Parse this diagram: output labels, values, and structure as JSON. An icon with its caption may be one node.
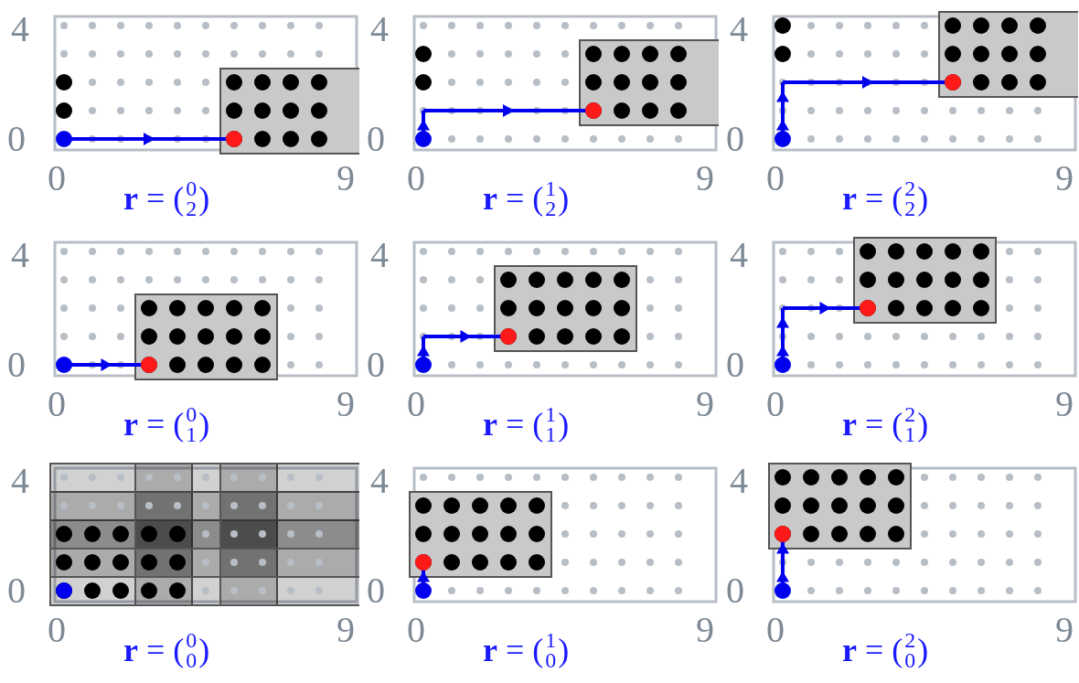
{
  "diagram": {
    "labels": [
      "4",
      "0",
      "0",
      "9",
      "**r** = (0 2)",
      "4",
      "0",
      "0",
      "9",
      "**r** = (1 2)",
      "4",
      "0",
      "0",
      "9",
      "**r** = (2 2)",
      "4",
      "0",
      "0",
      "9",
      "**r** = (0 1)",
      "4",
      "0",
      "0",
      "9",
      "**r** = (1 1)",
      "4",
      "0",
      "0",
      "9",
      "**r** = (2 1)",
      "4",
      "0",
      "0",
      "9",
      "**r** = (0 0)",
      "4",
      "0",
      "0",
      "9",
      "**r** = (1 0)",
      "4",
      "0",
      "0",
      "9",
      "**r** = (2 0)"
    ]
  }
}
